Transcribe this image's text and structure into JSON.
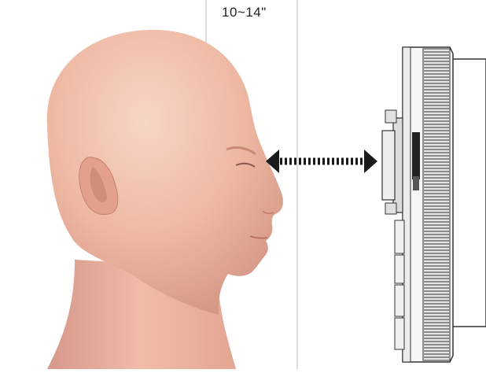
{
  "diagram": {
    "distance_label": "10~14\"",
    "colors": {
      "skin_light": "#f4c9b6",
      "skin_mid": "#e7a892",
      "skin_dark": "#c98a76",
      "guide_line": "#c8c8c8",
      "arrow": "#1a1a1a",
      "device_outline": "#333333",
      "device_fill": "#f2f2f2"
    },
    "icons": [
      "human-head-profile",
      "double-headed-arrow",
      "device-side-view"
    ]
  }
}
